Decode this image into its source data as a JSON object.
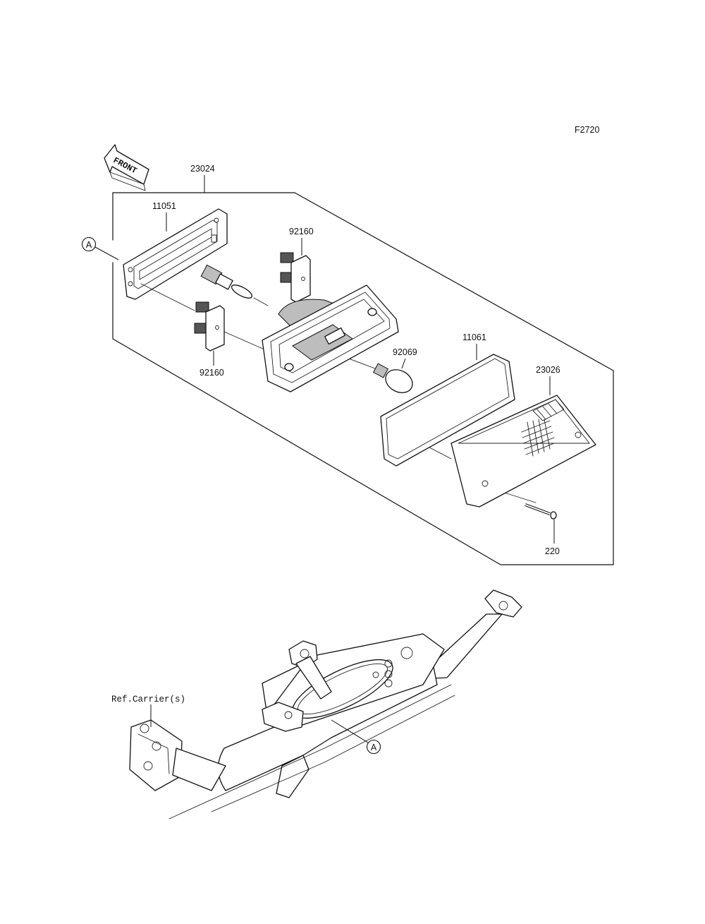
{
  "figure_code": "F2720",
  "front_label": "FRONT",
  "ref_label": "Ref.Carrier(s)",
  "callout_letter": "A",
  "parts": {
    "assembly": "23024",
    "gasket_left": "11051",
    "socket_upper": "92160",
    "socket_lower": "92160",
    "bulb": "92069",
    "gasket_lens": "11061",
    "lens": "23026",
    "screw": "220"
  }
}
